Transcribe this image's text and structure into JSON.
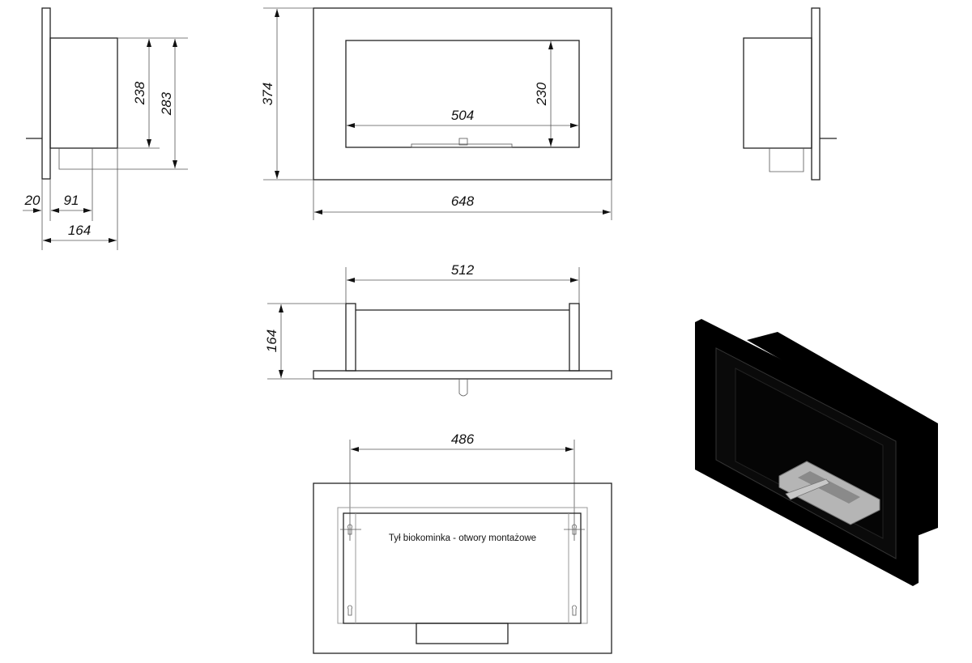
{
  "side_view": {
    "d_depth_plate": "20",
    "d_rear_box": "91",
    "d_depth_total": "164",
    "d_height_box": "238",
    "d_height_total": "283"
  },
  "front_view": {
    "d_height": "374",
    "d_inner_height": "230",
    "d_inner_width": "504",
    "d_width": "648"
  },
  "top_view": {
    "d_width": "512",
    "d_depth": "164"
  },
  "back_view": {
    "d_holes": "486",
    "note": "Tył biokominka - otwory montażowe"
  },
  "render": {
    "body_color": "#000000",
    "burner_color": "#b5b5b5"
  }
}
